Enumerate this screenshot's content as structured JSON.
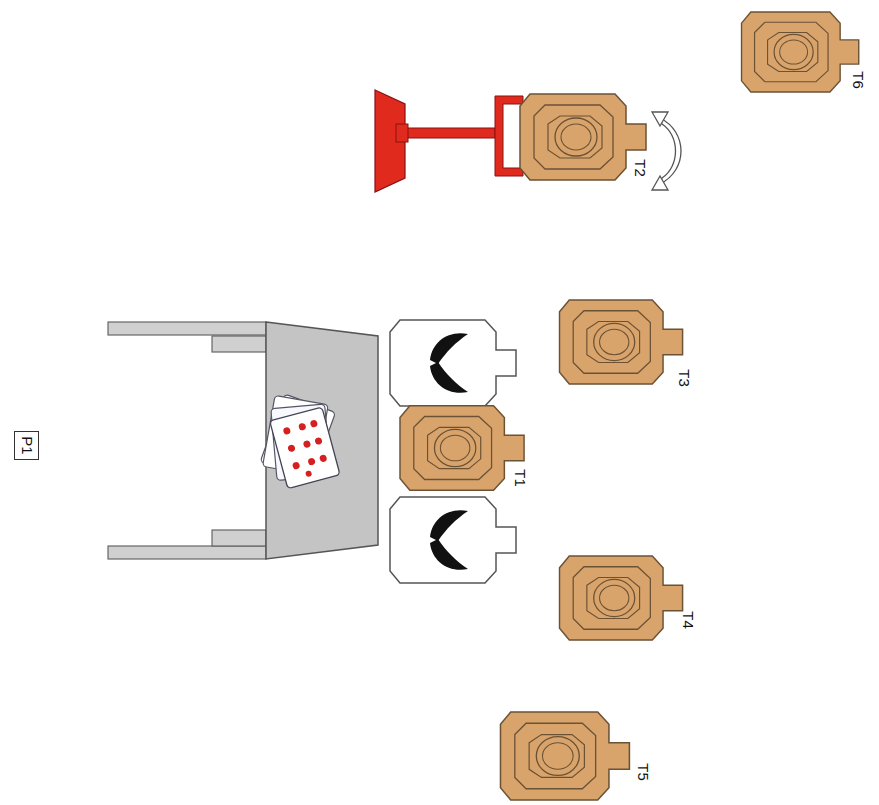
{
  "diagram": {
    "nodes": [
      {
        "text": [
          "P1"
        ]
      }
    ],
    "labels": [
      "T1",
      "T2",
      "T3",
      "T4",
      "T5",
      "T6"
    ]
  }
}
